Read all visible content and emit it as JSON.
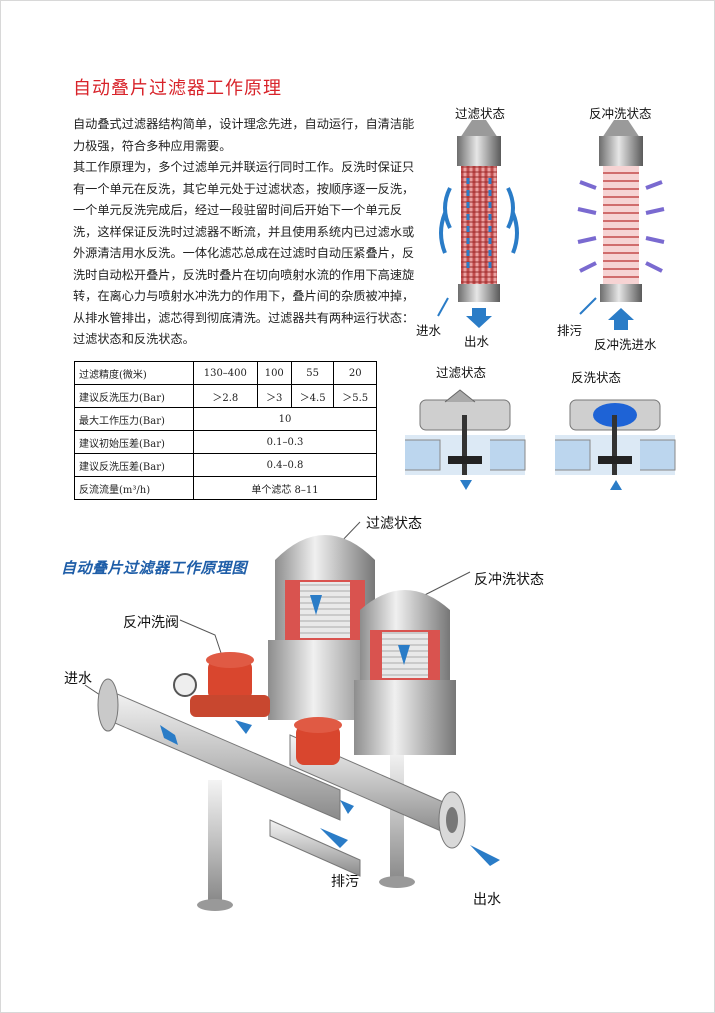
{
  "title": "自动叠片过滤器工作原理",
  "intro": [
    "自动叠式过滤器结构简单，设计理念先进，自动运行，自清洁能力极强，符合多种应用需要。",
    "其工作原理为，多个过滤单元并联运行同时工作。反洗时保证只有一个单元在反洗，其它单元处于过滤状态，按顺序逐一反洗，一个单元反洗完成后，经过一段驻留时间后开始下一个单元反洗，这样保证反洗时过滤器不断流，并且使用系统内已过滤水或外源清洁用水反洗。一体化滤芯总成在过滤时自动压紧叠片，反洗时自动松开叠片，反洗时叠片在切向喷射水流的作用下高速旋转，在离心力与喷射水冲洗力的作用下，叠片间的杂质被冲掉，从排水管排出，滤芯得到彻底清洗。过滤器共有两种运行状态：过滤状态和反洗状态。"
  ],
  "spec_table": {
    "rows": [
      {
        "label": "过滤精度(微米)",
        "values": [
          "130–400",
          "100",
          "55",
          "20"
        ]
      },
      {
        "label": "建议反洗压力(Bar)",
        "values": [
          "＞2.8",
          "＞3",
          "＞4.5",
          "＞5.5"
        ]
      },
      {
        "label": "最大工作压力(Bar)",
        "span_value": "10"
      },
      {
        "label": "建议初始压差(Bar)",
        "span_value": "0.1–0.3"
      },
      {
        "label": "建议反洗压差(Bar)",
        "span_value": "0.4–0.8"
      },
      {
        "label": "反流流量(m³/h)",
        "span_value": "单个滤芯   8–11"
      }
    ]
  },
  "top_figures": {
    "filter_state": "过滤状态",
    "backwash_state": "反冲洗状态",
    "inlet": "进水",
    "outlet": "出水",
    "drain": "排污",
    "backwash_inlet": "反冲洗进水",
    "valve_filter": "过滤状态",
    "valve_backwash": "反洗状态"
  },
  "main_diagram": {
    "title": "自动叠片过滤器工作原理图",
    "filter_state": "过滤状态",
    "backwash_state": "反冲洗状态",
    "backwash_valve": "反冲洗阀",
    "inlet": "进水",
    "drain": "排污",
    "outlet": "出水"
  },
  "colors": {
    "title_red": "#d8232a",
    "diagram_blue": "#1f5ea8",
    "flow_blue": "#2a7cc7",
    "disc_red": "#d9534f",
    "valve_red": "#d9462e"
  }
}
